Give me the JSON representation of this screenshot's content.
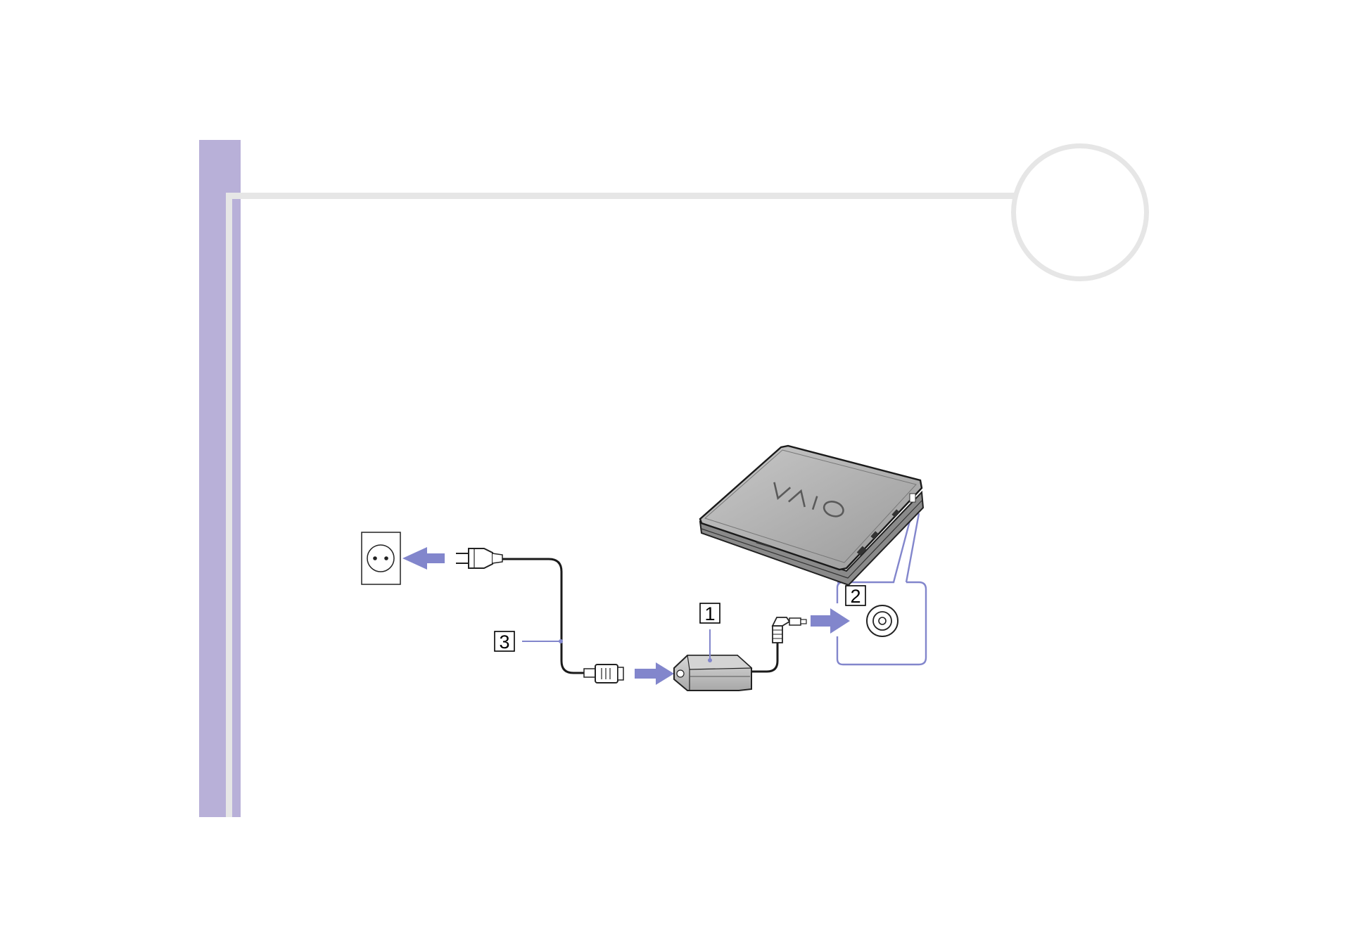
{
  "page": {
    "accent_color": "#b8b0d8",
    "rail_color": "#e6e6e6",
    "arrow_color": "#8286cc"
  },
  "diagram": {
    "callouts": [
      {
        "id": "adapter",
        "label": "1"
      },
      {
        "id": "laptop-dc-in",
        "label": "2"
      },
      {
        "id": "power-cord",
        "label": "3"
      }
    ],
    "icons": {
      "outlet": "wall-outlet-icon",
      "plug": "mains-plug-icon",
      "adapter": "ac-adapter-icon",
      "dc_plug": "dc-plug-icon",
      "dc_port": "dc-in-port-icon",
      "laptop": "laptop-icon"
    },
    "logo_text": "VAIO"
  }
}
